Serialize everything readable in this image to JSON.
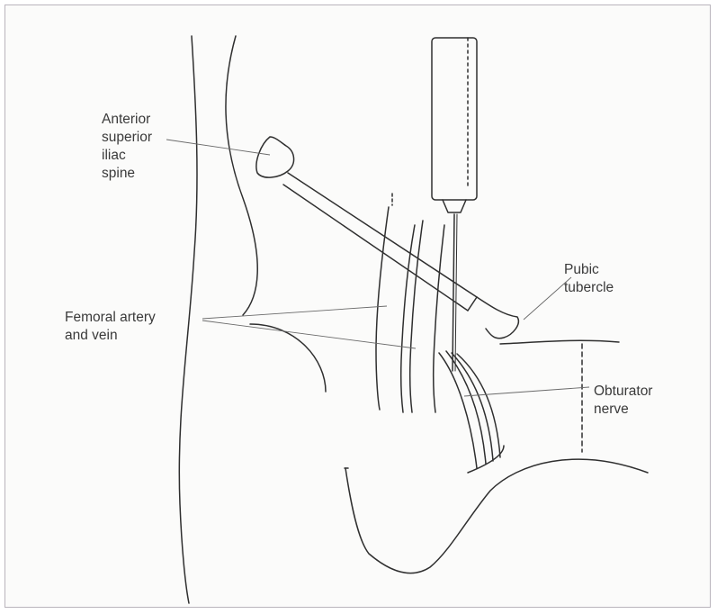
{
  "labels": {
    "asis": "Anterior\nsuperior\niliac\nspine",
    "pubic_tubercle": "Pubic\ntubercle",
    "femoral": "Femoral artery\nand vein",
    "obturator": "Obturator\nnerve"
  },
  "colors": {
    "frame_border": "#b9b4bc",
    "background": "#fbfbfa",
    "line": "#2f2f2f",
    "text": "#3a3a3a"
  }
}
